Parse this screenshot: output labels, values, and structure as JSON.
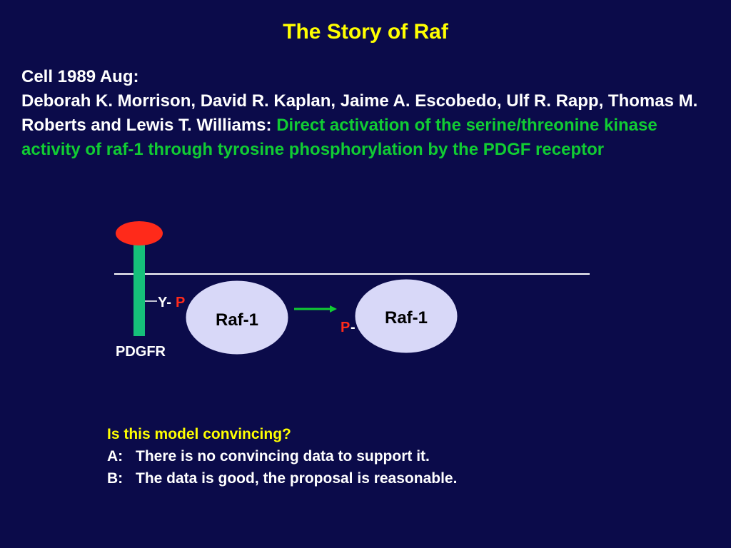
{
  "slide": {
    "title": "The Story of Raf",
    "citation": {
      "journal": "Cell 1989 Aug:",
      "authors": "Deborah K. Morrison, David R. Kaplan, Jaime A. Escobedo, Ulf R. Rapp, Thomas M. Roberts and Lewis T. Williams:",
      "paper_title": "Direct activation of the serine/threonine kinase activity of raf-1 through tyrosine phosphorylation by the PDGF receptor"
    },
    "diagram": {
      "receptor_label": "PDGFR",
      "tyrosine_label": "Y-",
      "phospho_label": "P",
      "raf_left_label": "Raf-1",
      "raf_right_label": "Raf-1",
      "raf_right_phospho_label": "P",
      "raf_right_dash": "-",
      "colors": {
        "ligand": "#ff2a1a",
        "receptor": "#16c07a",
        "raf": "#d8d8f8",
        "arrow": "#11cc33",
        "phospho": "#ff2a1a",
        "membrane": "#ffffff"
      }
    },
    "question": {
      "prompt": "Is this model convincing?",
      "answers": [
        {
          "key": "A:",
          "text": "There is no convincing data to support it."
        },
        {
          "key": "B:",
          "text": "The data is good, the proposal is reasonable."
        }
      ]
    }
  }
}
